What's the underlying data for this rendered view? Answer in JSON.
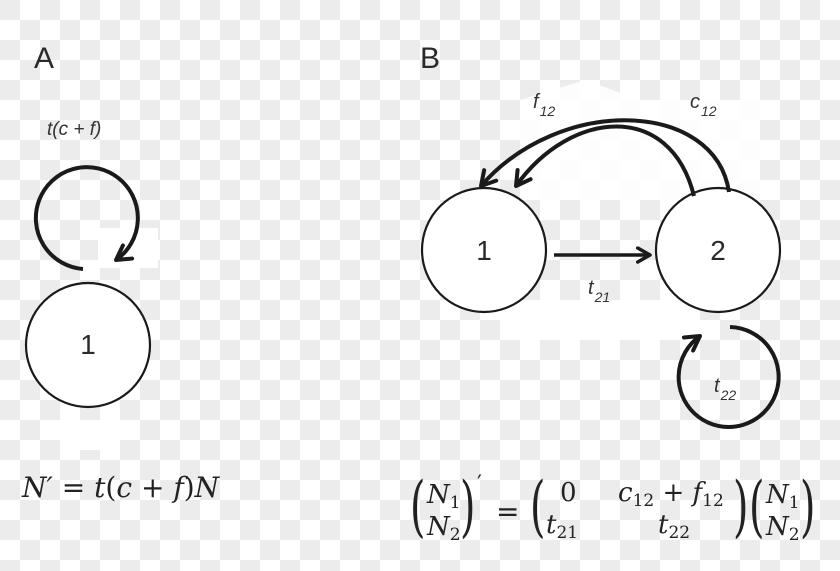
{
  "panels": {
    "a": {
      "label": "A",
      "loop_label": "t(c + f)",
      "node": "1",
      "equation": {
        "lhs": "N′",
        "eq": "=",
        "rhs_t": "t",
        "rhs_open": "(",
        "rhs_c": "c",
        "rhs_plus": "+",
        "rhs_f": "f",
        "rhs_close": ")",
        "rhs_N": "N"
      }
    },
    "b": {
      "label": "B",
      "nodes": [
        "1",
        "2"
      ],
      "edges": {
        "f12": {
          "base": "f",
          "sub": "12"
        },
        "c12": {
          "base": "c",
          "sub": "12"
        },
        "t21": {
          "base": "t",
          "sub": "21"
        },
        "t22": {
          "base": "t",
          "sub": "22"
        }
      },
      "equation": {
        "lhs_vector": [
          {
            "base": "N",
            "sub": "1"
          },
          {
            "base": "N",
            "sub": "2"
          }
        ],
        "prime": "′",
        "eq": "=",
        "matrix": {
          "r1c1": "0",
          "r1c2": {
            "c": "c",
            "c_sub": "12",
            "plus": "+",
            "f": "f",
            "f_sub": "12"
          },
          "r2c1": {
            "base": "t",
            "sub": "21"
          },
          "r2c2": {
            "base": "t",
            "sub": "22"
          }
        },
        "rhs_vector": [
          {
            "base": "N",
            "sub": "1"
          },
          {
            "base": "N",
            "sub": "2"
          }
        ]
      }
    }
  },
  "colors": {
    "stroke": "#1a1a1a",
    "text": "#2a2a2a",
    "checker_light": "#ffffff",
    "checker_dark": "#ececec"
  }
}
